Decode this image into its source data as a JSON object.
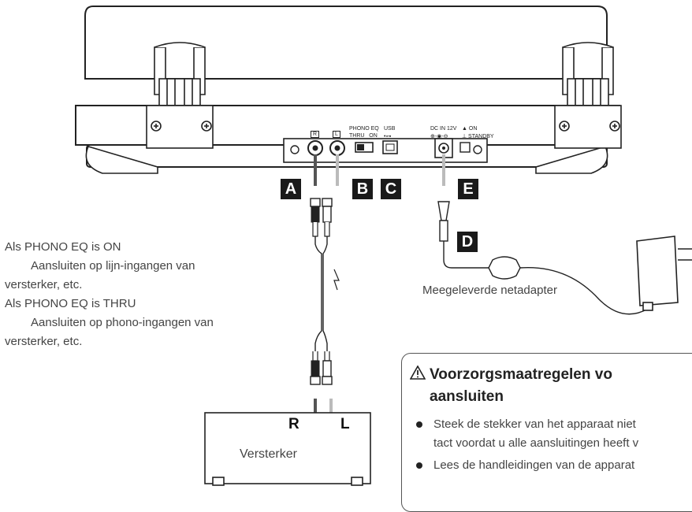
{
  "labels": {
    "a": "A",
    "b": "B",
    "c": "C",
    "d": "D",
    "e": "E"
  },
  "panel": {
    "r_jack": "R",
    "l_jack": "L",
    "phono_eq": "PHONO EQ",
    "thru_on": "THRU   ON",
    "usb": "USB",
    "usb_symbol": "•⊶",
    "dc_in": "DC IN 12V",
    "dc_polarity": "⊕-◉-⊖",
    "on": "▲ ON",
    "standby": "⊥ STANDBY"
  },
  "notes": {
    "line1": "Als PHONO EQ is ON",
    "line2": "Aansluiten op lijn-ingangen van",
    "line3": "versterker, etc.",
    "line4": "Als PHONO EQ is THRU",
    "line5": "Aansluiten op phono-ingangen van",
    "line6": "versterker, etc."
  },
  "adapter_label": "Meegeleverde netadapter",
  "amplifier": {
    "label": "Versterker",
    "r": "R",
    "l": "L"
  },
  "warning": {
    "title_line1": "Voorzorgsmaatregelen vo",
    "title_line2": "aansluiten",
    "bullet1": "Steek de stekker van het apparaat niet",
    "bullet1_cont": "tact voordat u alle aansluitingen heeft v",
    "bullet2": "Lees de handleidingen van de apparat"
  }
}
